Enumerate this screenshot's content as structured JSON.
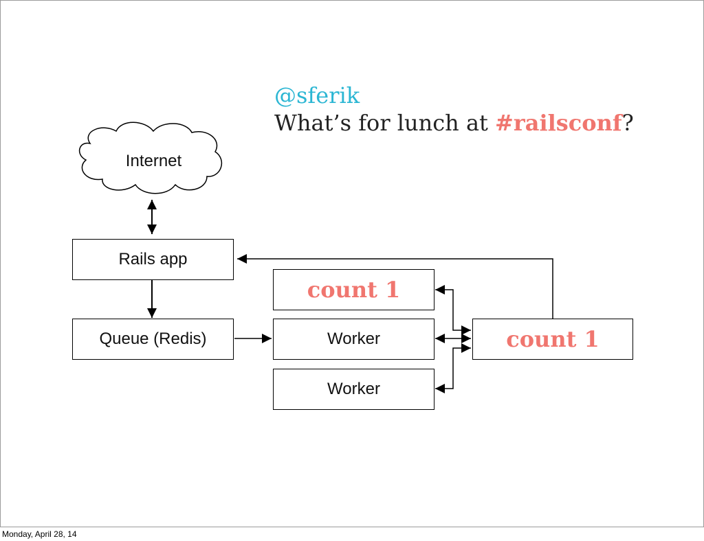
{
  "tweet": {
    "handle": "@sferik",
    "question_prefix": "What’s for lunch at ",
    "hashtag": "#railsconf",
    "question_suffix": "?"
  },
  "diagram": {
    "internet": "Internet",
    "rails_app": "Rails app",
    "queue": "Queue (Redis)",
    "count_box": "count 1",
    "worker_1": "Worker",
    "worker_2": "Worker",
    "store": "count 1"
  },
  "colors": {
    "handle": "#2bb6d3",
    "accent": "#f0766f"
  },
  "footer": {
    "date": "Monday, April 28, 14"
  }
}
